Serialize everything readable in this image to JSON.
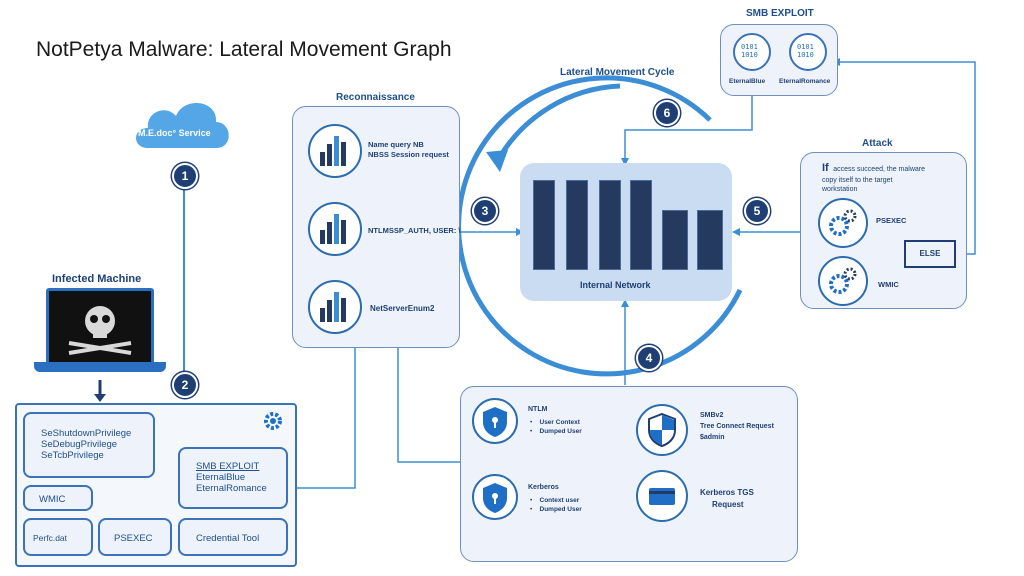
{
  "title": "NotPetya Malware: Lateral Movement Graph",
  "cloud": {
    "label": "M.E.doc° Service"
  },
  "infected": {
    "label": "Infected Machine"
  },
  "steps": [
    "1",
    "2",
    "3",
    "4",
    "5",
    "6"
  ],
  "privileges": {
    "line1": "SeShutdownPrivilege",
    "line2": "SeDebugPrivilege",
    "line3": "SeTcbPrivilege"
  },
  "bottom_box": {
    "smb_title": "SMB EXPLOIT",
    "smb_line1": "EternalBlue",
    "smb_line2": "EternalRomance",
    "wmic": "WMIC",
    "perfc": "Perfc.dat",
    "psexec": "PSEXEC",
    "cred": "Credential Tool"
  },
  "recon": {
    "title": "Reconnaissance",
    "item1_line1": "Name query NB",
    "item1_line2": "NBSS Session request",
    "item2": "NTLMSSP_AUTH, USER: \\",
    "item3": "NetServerEnum2"
  },
  "cycle": {
    "label": "Lateral Movement Cycle"
  },
  "network": {
    "label": "Internal Network"
  },
  "smb_top": {
    "title": "SMB EXPLOIT",
    "left": "EternalBlue",
    "right": "EternalRomance"
  },
  "attack": {
    "title": "Attack",
    "if_word": "If",
    "desc_line1": "access succeed, the malware",
    "desc_line2": "copy itself to the target",
    "desc_line3": "workstation",
    "psexec": "PSEXEC",
    "wmic": "WMIC",
    "else": "ELSE"
  },
  "auth": {
    "ntlm_title": "NTLM",
    "ntlm_b1": "User Context",
    "ntlm_b2": "Dumped User",
    "kerb_title": "Kerberos",
    "kerb_b1": "Context user",
    "kerb_b2": "Dumped User",
    "smbv2_title": "SMBv2",
    "smbv2_line1": "Tree Connect Request",
    "smbv2_line2": "$admin",
    "tgs_line1": "Kerberos TGS",
    "tgs_line2": "Request"
  },
  "colors": {
    "accent": "#1f3f74",
    "line": "#3b8ed6",
    "panel": "#eef3fb"
  }
}
